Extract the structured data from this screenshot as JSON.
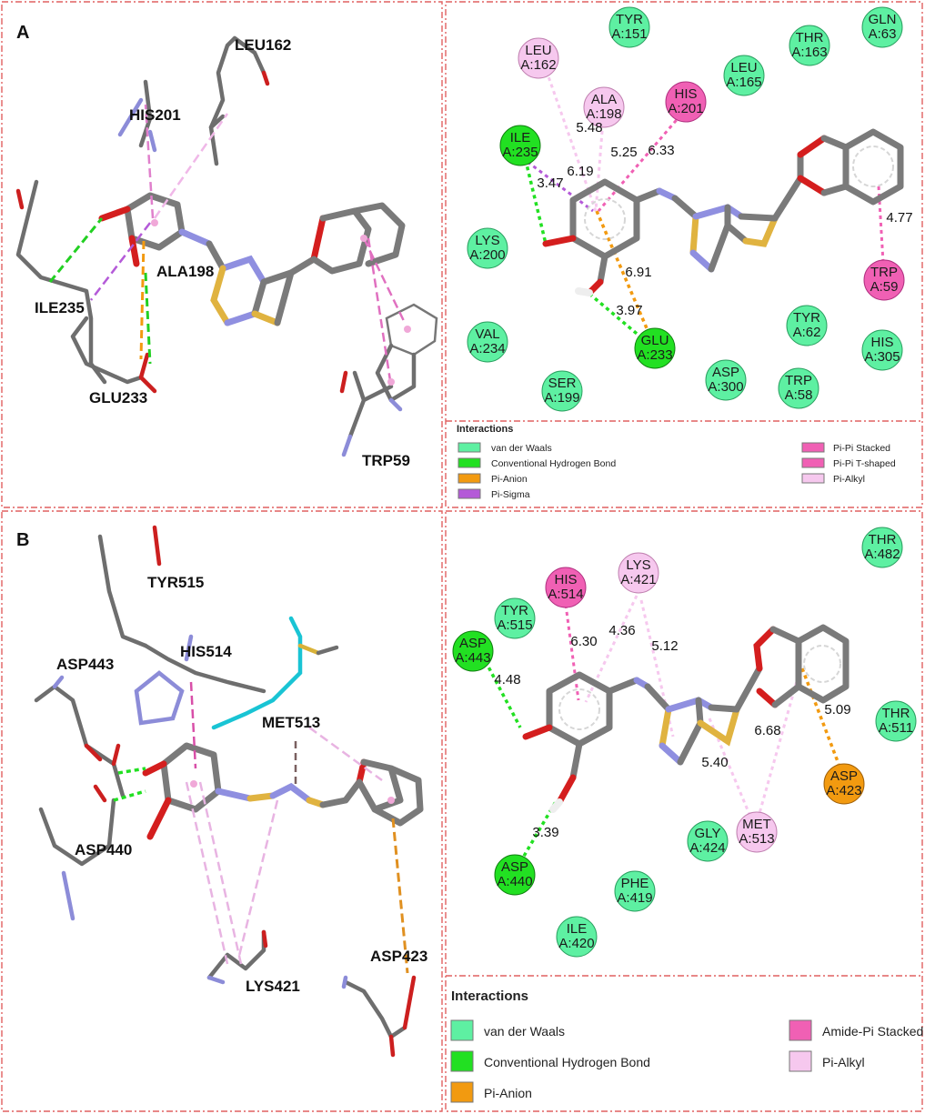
{
  "panels": {
    "a_label": "A",
    "b_label": "B"
  },
  "panel_a_3d": {
    "residues": [
      "LEU162",
      "HIS201",
      "ALA198",
      "ILE235",
      "GLU233",
      "TRP59"
    ]
  },
  "panel_a_2d": {
    "residues": {
      "tyr151": {
        "name": "TYR",
        "chain": "A:151"
      },
      "gln63": {
        "name": "GLN",
        "chain": "A:63"
      },
      "thr163": {
        "name": "THR",
        "chain": "A:163"
      },
      "leu165": {
        "name": "LEU",
        "chain": "A:165"
      },
      "leu162": {
        "name": "LEU",
        "chain": "A:162"
      },
      "ala198": {
        "name": "ALA",
        "chain": "A:198"
      },
      "his201": {
        "name": "HIS",
        "chain": "A:201"
      },
      "ile235": {
        "name": "ILE",
        "chain": "A:235"
      },
      "lys200": {
        "name": "LYS",
        "chain": "A:200"
      },
      "val234": {
        "name": "VAL",
        "chain": "A:234"
      },
      "ser199": {
        "name": "SER",
        "chain": "A:199"
      },
      "glu233": {
        "name": "GLU",
        "chain": "A:233"
      },
      "asp300": {
        "name": "ASP",
        "chain": "A:300"
      },
      "trp58": {
        "name": "TRP",
        "chain": "A:58"
      },
      "tyr62": {
        "name": "TYR",
        "chain": "A:62"
      },
      "his305": {
        "name": "HIS",
        "chain": "A:305"
      },
      "trp59": {
        "name": "TRP",
        "chain": "A:59"
      }
    },
    "distances": {
      "d548": "5.48",
      "d525": "5.25",
      "d633": "6.33",
      "d619": "6.19",
      "d347": "3.47",
      "d691": "6.91",
      "d397": "3.97",
      "d477": "4.77"
    },
    "legend": {
      "title": "Interactions",
      "items": [
        {
          "label": "van der Waals",
          "color": "#5ef0a2"
        },
        {
          "label": "Conventional Hydrogen Bond",
          "color": "#22e022"
        },
        {
          "label": "Pi-Anion",
          "color": "#f29a10"
        },
        {
          "label": "Pi-Sigma",
          "color": "#b45ad8"
        },
        {
          "label": "Pi-Pi Stacked",
          "color": "#f060b4"
        },
        {
          "label": "Pi-Pi T-shaped",
          "color": "#f060b4"
        },
        {
          "label": "Pi-Alkyl",
          "color": "#f6c8ee"
        }
      ]
    }
  },
  "panel_b_3d": {
    "residues": [
      "TYR515",
      "HIS514",
      "ASP443",
      "MET513",
      "ASP440",
      "LYS421",
      "ASP423"
    ]
  },
  "panel_b_2d": {
    "residues": {
      "thr482": {
        "name": "THR",
        "chain": "A:482"
      },
      "lys421": {
        "name": "LYS",
        "chain": "A:421"
      },
      "his514": {
        "name": "HIS",
        "chain": "A:514"
      },
      "tyr515": {
        "name": "TYR",
        "chain": "A:515"
      },
      "asp443": {
        "name": "ASP",
        "chain": "A:443"
      },
      "thr511": {
        "name": "THR",
        "chain": "A:511"
      },
      "asp423": {
        "name": "ASP",
        "chain": "A:423"
      },
      "met513": {
        "name": "MET",
        "chain": "A:513"
      },
      "gly424": {
        "name": "GLY",
        "chain": "A:424"
      },
      "asp440": {
        "name": "ASP",
        "chain": "A:440"
      },
      "phe419": {
        "name": "PHE",
        "chain": "A:419"
      },
      "ile420": {
        "name": "ILE",
        "chain": "A:420"
      }
    },
    "distances": {
      "d630": "6.30",
      "d436": "4.36",
      "d512": "5.12",
      "d448": "4.48",
      "d509": "5.09",
      "d668": "6.68",
      "d540": "5.40",
      "d339": "3.39"
    },
    "legend": {
      "title": "Interactions",
      "items": [
        {
          "label": "van der Waals",
          "color": "#5ef0a2"
        },
        {
          "label": "Conventional Hydrogen Bond",
          "color": "#22e022"
        },
        {
          "label": "Pi-Anion",
          "color": "#f29a10"
        },
        {
          "label": "Amide-Pi Stacked",
          "color": "#f060b4"
        },
        {
          "label": "Pi-Alkyl",
          "color": "#f6c8ee"
        }
      ]
    }
  },
  "colors": {
    "vdw": "#5ef0a2",
    "hbond": "#22e022",
    "pi_anion": "#f29a10",
    "pi_sigma": "#b45ad8",
    "pi_pi": "#f060b4",
    "pi_alkyl": "#f6c8ee",
    "frame": "#e06060"
  }
}
